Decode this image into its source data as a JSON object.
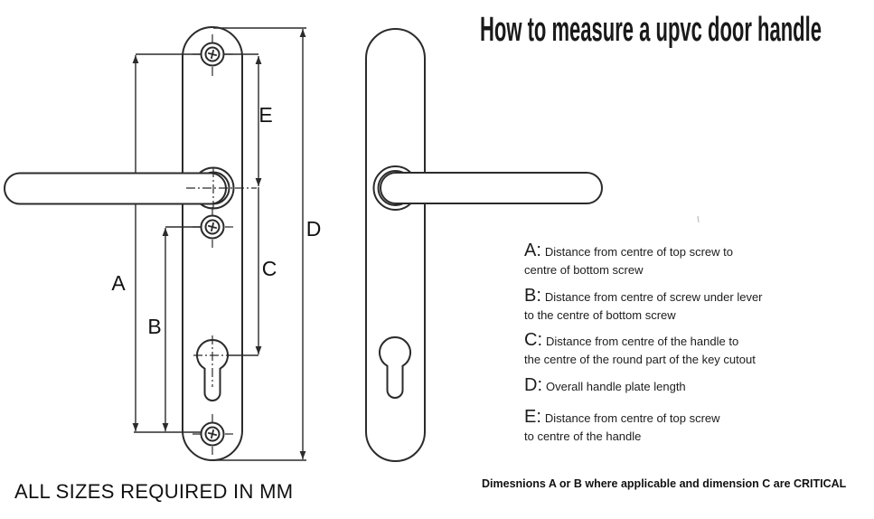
{
  "title": "How to measure a upvc door handle",
  "diagram": {
    "labels": {
      "A": "A",
      "B": "B",
      "C": "C",
      "D": "D",
      "E": "E"
    }
  },
  "definitions": [
    {
      "prefix": "A:",
      "line1": "Distance from centre of top screw to",
      "line2": "centre of bottom screw"
    },
    {
      "prefix": "B:",
      "line1": "Distance from centre of screw under lever",
      "line2": "to the centre of bottom screw"
    },
    {
      "prefix": "C:",
      "line1": "Distance from centre of the handle to",
      "line2": "the centre of the round part of the key cutout"
    },
    {
      "prefix": "D:",
      "line1": "Overall handle plate length",
      "line2": ""
    },
    {
      "prefix": "E:",
      "line1": "Distance from centre of top screw",
      "line2": "to centre of the handle"
    }
  ],
  "footer": {
    "left": "ALL SIZES REQUIRED IN MM",
    "right": "Dimesnions A or B where applicable and dimension C are CRITICAL"
  },
  "colors": {
    "line": "#2b2b2b",
    "text": "#1a1a1a"
  }
}
